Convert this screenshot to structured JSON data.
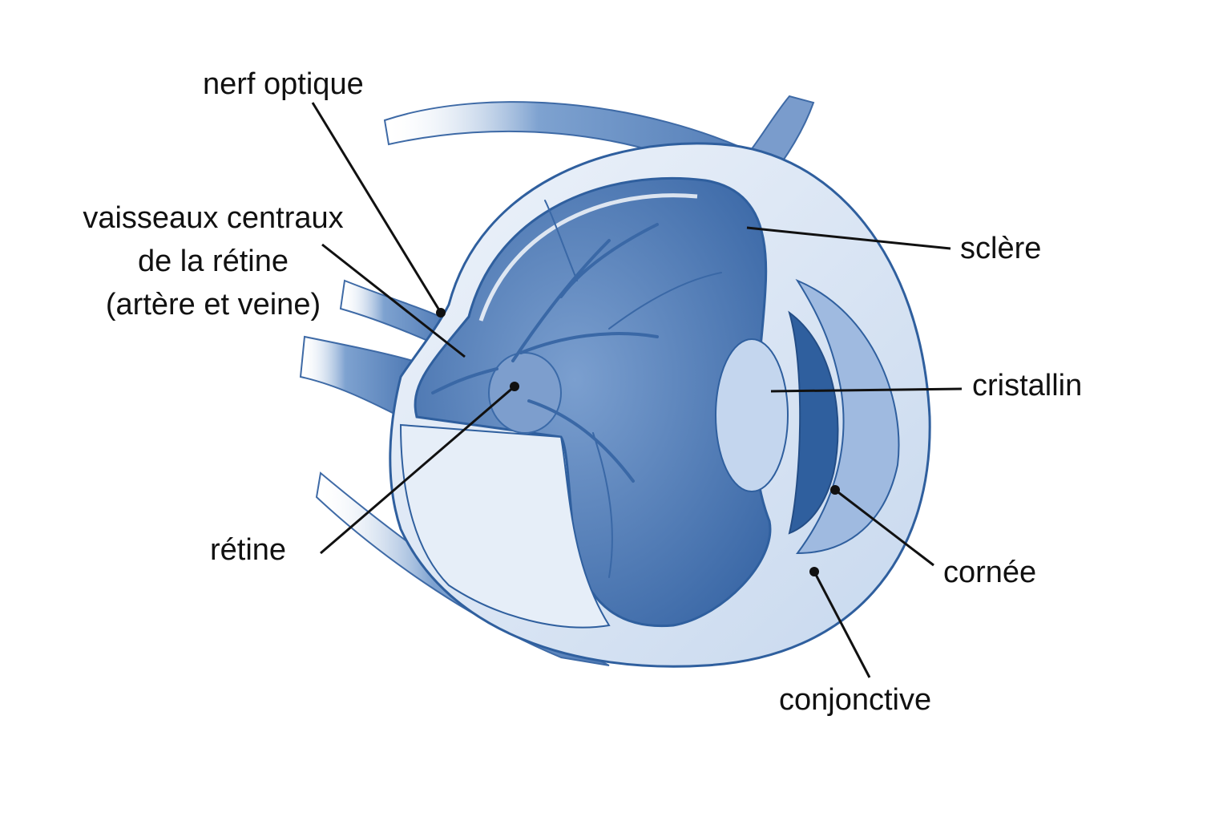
{
  "diagram": {
    "title": "Anatomie de l'œil",
    "labels": {
      "optic_nerve": "nerf optique",
      "vessels_line1": "vaisseaux centraux",
      "vessels_line2": "de la rétine",
      "vessels_line3": "(artère et veine)",
      "retina": "rétine",
      "sclera": "sclère",
      "lens": "cristallin",
      "cornea": "cornée",
      "conjunctiva": "conjonctive"
    },
    "colors": {
      "deep_blue": "#3b6aa8",
      "mid_blue": "#6f95c6",
      "light_blue": "#c9d9ee",
      "pale_blue": "#e4edf8",
      "outline": "#2f5f9e",
      "leader": "#111111"
    }
  }
}
